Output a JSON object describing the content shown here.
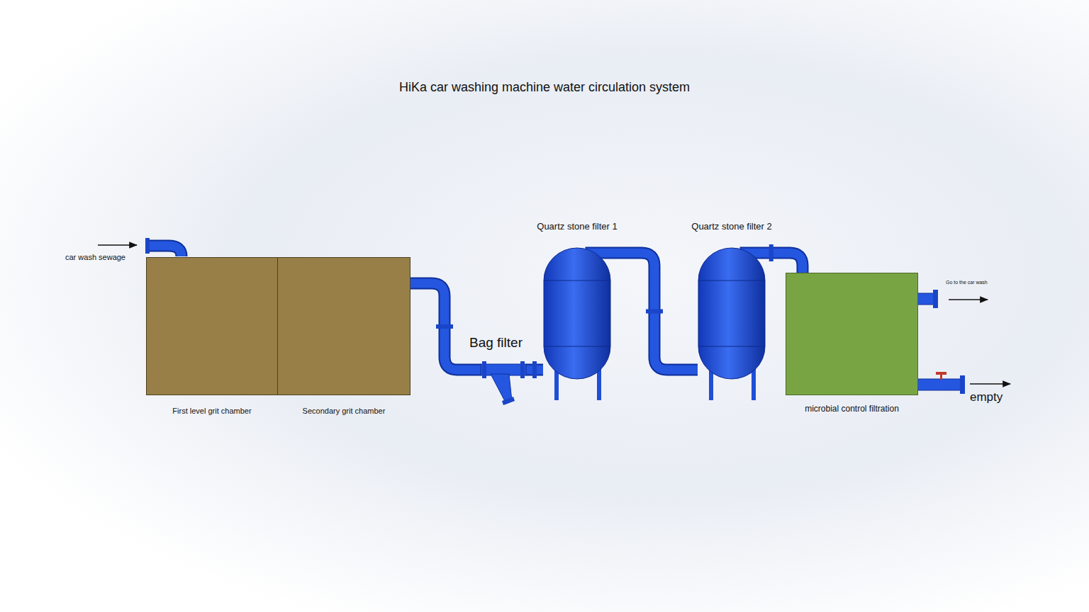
{
  "diagram": {
    "title": "HiKa car washing machine water circulation system",
    "nodes": [
      {
        "text": [
          "First level grit chamber"
        ]
      },
      {
        "text": [
          "Secondary grit chamber"
        ]
      },
      {
        "text": [
          "Bag filter"
        ]
      },
      {
        "text": [
          "Quartz stone filter 1"
        ]
      },
      {
        "text": [
          "Quartz stone filter 2"
        ]
      },
      {
        "text": [
          "microbial control filtration"
        ]
      }
    ],
    "edges": [
      {
        "from": 1,
        "to": 2,
        "arrow": "none"
      },
      {
        "from": 2,
        "to": 3,
        "arrow": "none"
      },
      {
        "from": 3,
        "to": 4,
        "arrow": "none"
      },
      {
        "from": 4,
        "to": 5,
        "arrow": "none"
      }
    ],
    "labels": [
      "car wash sewage",
      "Go to the car wash",
      "empty"
    ]
  }
}
